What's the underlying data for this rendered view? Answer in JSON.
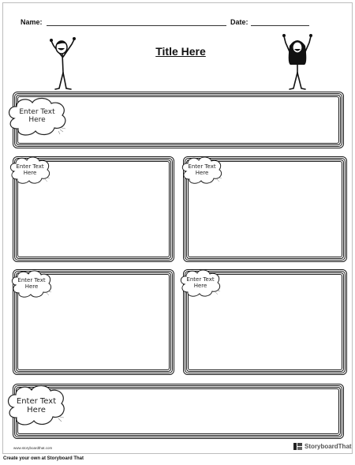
{
  "header": {
    "name_label": "Name:",
    "date_label": "Date:",
    "title": "Title Here"
  },
  "panels": {
    "top": {
      "cloud_text": "Enter Text Here"
    },
    "middle_left": {
      "cloud_text": "Enter Text Here"
    },
    "middle_right": {
      "cloud_text": "Enter Text Here"
    },
    "lower_left": {
      "cloud_text": "Enter Text Here"
    },
    "lower_right": {
      "cloud_text": "Enter Text Here"
    },
    "bottom": {
      "cloud_text": "Enter Text Here"
    }
  },
  "footer": {
    "url": "www.storyboardthat.com",
    "brand": "StoryboardThat",
    "cta": "Create your own at Storyboard That"
  },
  "icons": {
    "left_character": "stick-figure-boy-cheering-icon",
    "right_character": "stick-figure-girl-cheering-icon",
    "brand_logo": "storyboardthat-logo-icon"
  }
}
